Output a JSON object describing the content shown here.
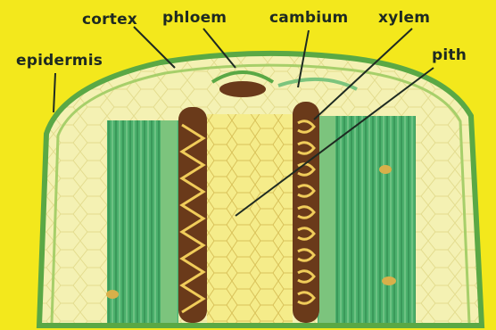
{
  "labels": {
    "cortex": "cortex",
    "phloem": "phloem",
    "cambium": "cambium",
    "xylem": "xylem",
    "pith": "pith",
    "epidermis": "epidermis"
  },
  "colors": {
    "background": "#f3e81c",
    "epidermis": "#5aa845",
    "cortex": "#f3f0a6",
    "vascular_green": "#3da762",
    "xylem_vessel": "#6a3a1a",
    "xylem_spiral": "#f0cc5a",
    "pith": "#f6ec86",
    "leader_line": "#1e2a22"
  }
}
